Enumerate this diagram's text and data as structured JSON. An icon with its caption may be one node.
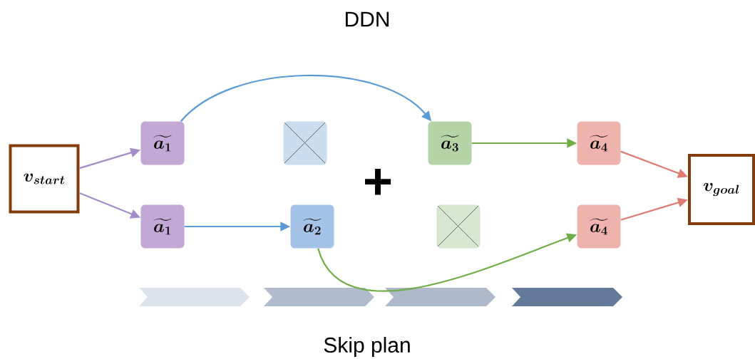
{
  "diagram": {
    "title": "DDN",
    "caption": "Skip plan",
    "nodes": [
      {
        "text": [
          "v_{start}"
        ]
      },
      {
        "text": [
          "\\widetilde{a_1}"
        ]
      },
      {
        "text": [
          "\\widetilde{a_1}"
        ]
      },
      {
        "text": [],
        "shape": "box"
      },
      {
        "text": [
          "\\widetilde{a_3}"
        ]
      },
      {
        "text": [
          "\\widetilde{a_4}"
        ]
      },
      {
        "text": [
          "\\widetilde{a_2}"
        ]
      },
      {
        "text": [],
        "shape": "box"
      },
      {
        "text": [
          "\\widetilde{a_4}"
        ]
      },
      {
        "text": [
          "v_{goal}"
        ]
      }
    ],
    "edges": [
      {
        "from": 0,
        "to": 1,
        "arrow": "to",
        "color": "#a58cc9"
      },
      {
        "from": 0,
        "to": 2,
        "arrow": "to",
        "color": "#a58cc9"
      },
      {
        "from": 1,
        "to": 4,
        "arrow": "to",
        "color": "#5b9bd5"
      },
      {
        "from": 4,
        "to": 5,
        "arrow": "to",
        "color": "#70ad47"
      },
      {
        "from": 2,
        "to": 6,
        "arrow": "to",
        "color": "#5b9bd5"
      },
      {
        "from": 6,
        "to": 8,
        "arrow": "to",
        "color": "#70ad47"
      },
      {
        "from": 5,
        "to": 9,
        "arrow": "to",
        "color": "#e07b73"
      },
      {
        "from": 8,
        "to": 9,
        "arrow": "to",
        "color": "#e07b73"
      }
    ],
    "labels": [
      "+"
    ]
  }
}
